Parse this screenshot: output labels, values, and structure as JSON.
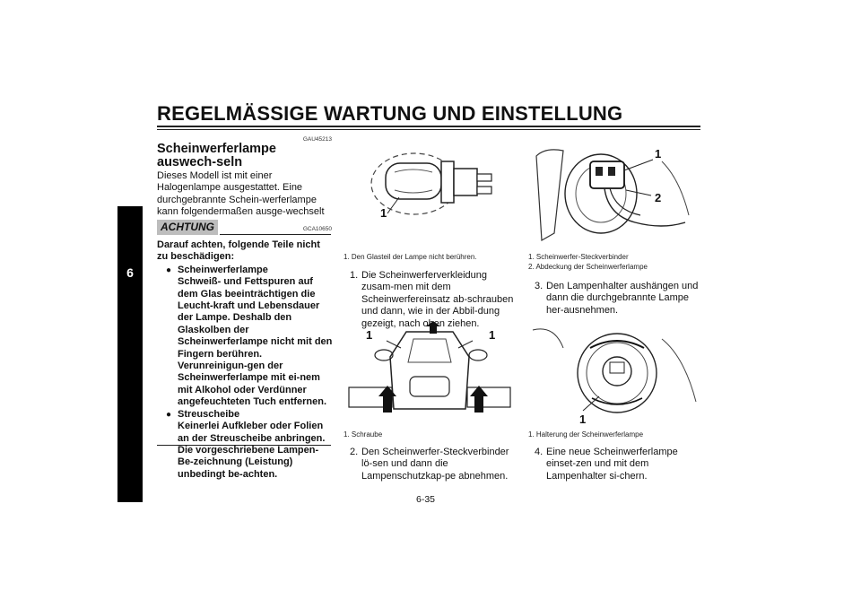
{
  "header": {
    "title": "REGELMÄSSIGE WARTUNG UND EINSTELLUNG"
  },
  "chapter_tab": "6",
  "section": {
    "code": "GAU45213",
    "title": "Scheinwerferlampe auswech-seln",
    "intro": "Dieses Modell ist mit einer Halogenlampe ausgestattet. Eine durchgebrannte Schein-werferlampe kann folgendermaßen ausge-wechselt werden."
  },
  "achtung": {
    "label": "ACHTUNG",
    "code": "GCA10650",
    "lead": "Darauf achten, folgende Teile nicht zu beschädigen:",
    "items": [
      {
        "title": "Scheinwerferlampe",
        "text": "Schweiß- und Fettspuren auf dem Glas beeinträchtigen die Leucht-kraft und Lebensdauer der Lampe. Deshalb den Glaskolben der Scheinwerferlampe nicht mit den Fingern berühren. Verunreinigun-gen der Scheinwerferlampe mit ei-nem mit Alkohol oder Verdünner angefeuchteten Tuch entfernen."
      },
      {
        "title": "Streuscheibe",
        "text": "Keinerlei Aufkleber oder Folien an der Streuscheibe anbringen. Die vorgeschriebene Lampen-Be-zeichnung (Leistung) unbedingt be-achten."
      }
    ]
  },
  "figures": {
    "bulb": {
      "caption": "1. Den Glasteil der Lampe nicht berühren.",
      "callout": "1"
    },
    "cowl": {
      "caption": "1. Schraube",
      "callout_left": "1",
      "callout_right": "1"
    },
    "connector": {
      "captions": [
        "1. Scheinwerfer-Steckverbinder",
        "2. Abdeckung der Scheinwerferlampe"
      ],
      "callout_1": "1",
      "callout_2": "2"
    },
    "holder": {
      "caption": "1. Halterung der Scheinwerferlampe",
      "callout": "1"
    }
  },
  "steps": [
    {
      "num": "1.",
      "text": "Die Scheinwerferverkleidung zusam-men mit dem Scheinwerfereinsatz ab-schrauben und dann, wie in der Abbil-dung gezeigt, nach oben ziehen."
    },
    {
      "num": "2.",
      "text": "Den Scheinwerfer-Steckverbinder lö-sen und dann die Lampenschutzkap-pe abnehmen."
    },
    {
      "num": "3.",
      "text": "Den Lampenhalter aushängen und dann die durchgebrannte Lampe her-ausnehmen."
    },
    {
      "num": "4.",
      "text": "Eine neue Scheinwerferlampe einset-zen und mit dem Lampenhalter si-chern."
    }
  ],
  "page_number": "6-35"
}
